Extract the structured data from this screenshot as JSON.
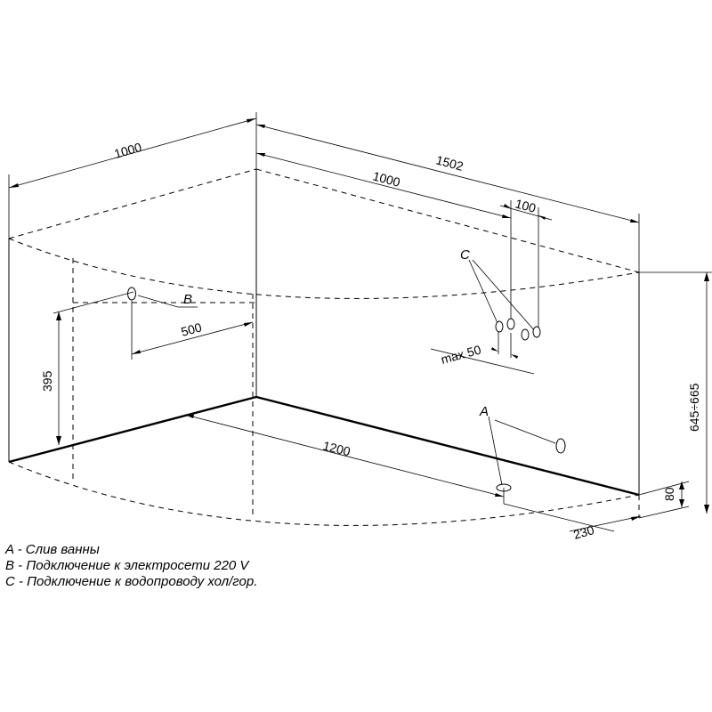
{
  "dimensions": {
    "top_left": "1000",
    "total_length": "1502",
    "to_inlets": "1000",
    "inlet_spacing": "100",
    "inlet_depth": "max 50",
    "socket_offset": "500",
    "socket_height": "395",
    "drain_distance": "1200",
    "drain_offset": "230",
    "drain_height": "80",
    "total_height": "645÷665"
  },
  "markers": {
    "a": "A",
    "b": "B",
    "c": "C"
  },
  "legend": {
    "a": "A - Слив ванны",
    "b": "B - Подключение к электросети 220 V",
    "c": "C - Подключение к водопроводу хол/гор."
  }
}
